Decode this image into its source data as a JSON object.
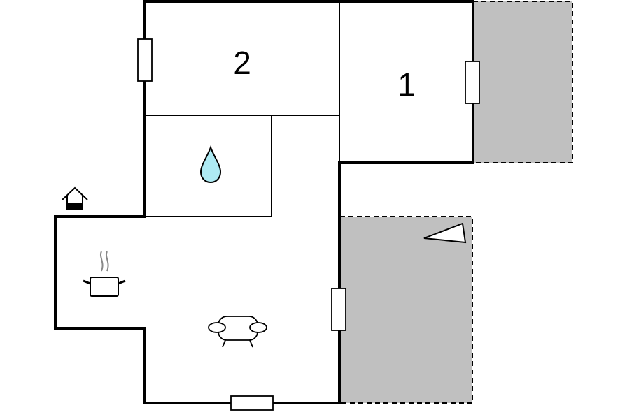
{
  "floorplan": {
    "rooms": [
      {
        "id": "bedroom-2",
        "label": "2"
      },
      {
        "id": "bedroom-1",
        "label": "1"
      }
    ],
    "icons": [
      "water-drop-icon",
      "house-entrance-icon",
      "cooking-pot-icon",
      "sofa-icon",
      "compass-north-icon"
    ],
    "colors": {
      "terrace": "#c0c0c0",
      "wall": "#000000",
      "water": "#aeeaf3"
    }
  }
}
